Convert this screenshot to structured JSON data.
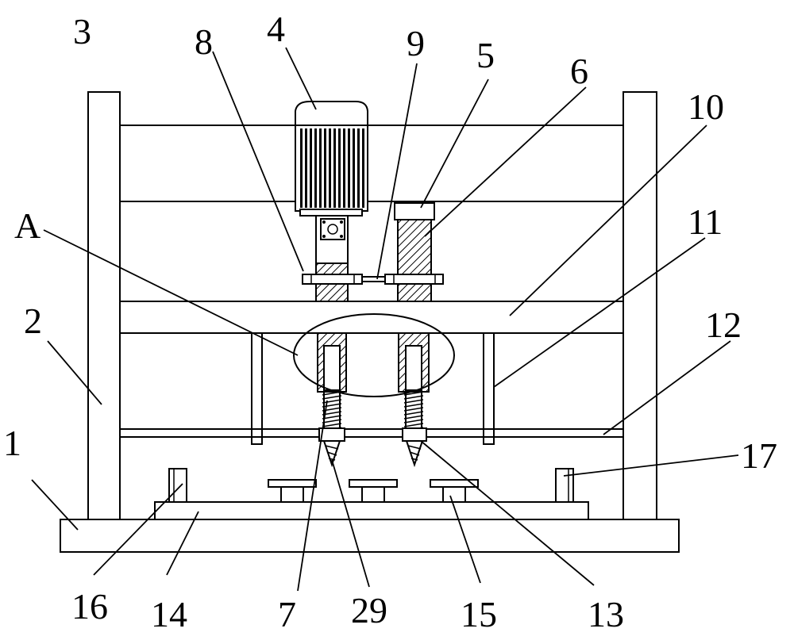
{
  "figure": {
    "labels": {
      "l1": "1",
      "l2": "2",
      "l3": "3",
      "l4": "4",
      "l5": "5",
      "l6": "6",
      "l7": "7",
      "l8": "8",
      "l9": "9",
      "l10": "10",
      "l11": "11",
      "l12": "12",
      "l13": "13",
      "l14": "14",
      "l15": "15",
      "l16": "16",
      "l17": "17",
      "l29": "29",
      "lA": "A"
    },
    "colors": {
      "line": "#000000",
      "background": "#ffffff"
    }
  }
}
